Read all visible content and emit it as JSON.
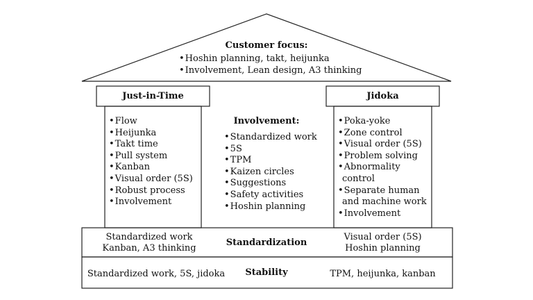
{
  "roof": {
    "title": "Customer focus:",
    "items": [
      "Hoshin planning, takt, heijunka",
      "Involvement, Lean design, A3 thinking"
    ]
  },
  "left_pillar": {
    "title": "Just-in-Time",
    "items": [
      "Flow",
      "Heijunka",
      "Takt time",
      "Pull system",
      "Kanban",
      "Visual order (5S)",
      "Robust process",
      "Involvement"
    ]
  },
  "center": {
    "title": "Involvement:",
    "items": [
      "Standardized work",
      "5S",
      "TPM",
      "Kaizen circles",
      "Suggestions",
      "Safety activities",
      "Hoshin planning"
    ]
  },
  "right_pillar": {
    "title": "Jidoka",
    "items": [
      "Poka-yoke",
      "Zone control",
      "Visual order (5S)",
      "Problem solving",
      "Abnormality",
      "control",
      "Separate human",
      "and machine work",
      "Involvement"
    ]
  },
  "standardization": {
    "label": "Standardization",
    "left": [
      "Standardized work",
      "Kanban, A3 thinking"
    ],
    "right": [
      "Visual order (5S)",
      "Hoshin planning"
    ]
  },
  "stability": {
    "label": "Stability",
    "left": "Standardized work, 5S, jidoka",
    "right": "TPM, heijunka, kanban"
  },
  "bullet": "•"
}
